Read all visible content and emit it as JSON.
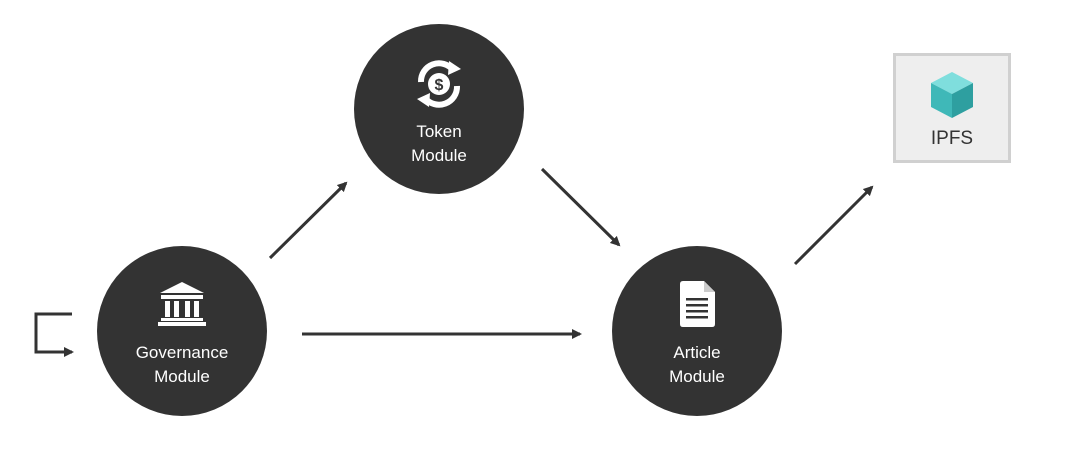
{
  "diagram": {
    "nodes": {
      "token": {
        "line1": "Token",
        "line2": "Module",
        "icon": "token-exchange-icon"
      },
      "governance": {
        "line1": "Governance",
        "line2": "Module",
        "icon": "bank-building-icon"
      },
      "article": {
        "line1": "Article",
        "line2": "Module",
        "icon": "document-icon"
      },
      "ipfs": {
        "label": "IPFS",
        "icon": "cube-icon"
      }
    },
    "edges": [
      {
        "from": "governance",
        "to": "token"
      },
      {
        "from": "token",
        "to": "article"
      },
      {
        "from": "governance",
        "to": "article"
      },
      {
        "from": "article",
        "to": "ipfs"
      },
      {
        "from": "external",
        "to": "governance"
      }
    ],
    "colors": {
      "node_fill": "#333333",
      "node_text": "#ffffff",
      "arrow": "#333333",
      "ipfs_box": "#eeeeee",
      "ipfs_border": "#d0d0d0",
      "cube_top": "#7fdedd",
      "cube_left": "#3fb8b8",
      "cube_right": "#2e9fa0"
    }
  }
}
